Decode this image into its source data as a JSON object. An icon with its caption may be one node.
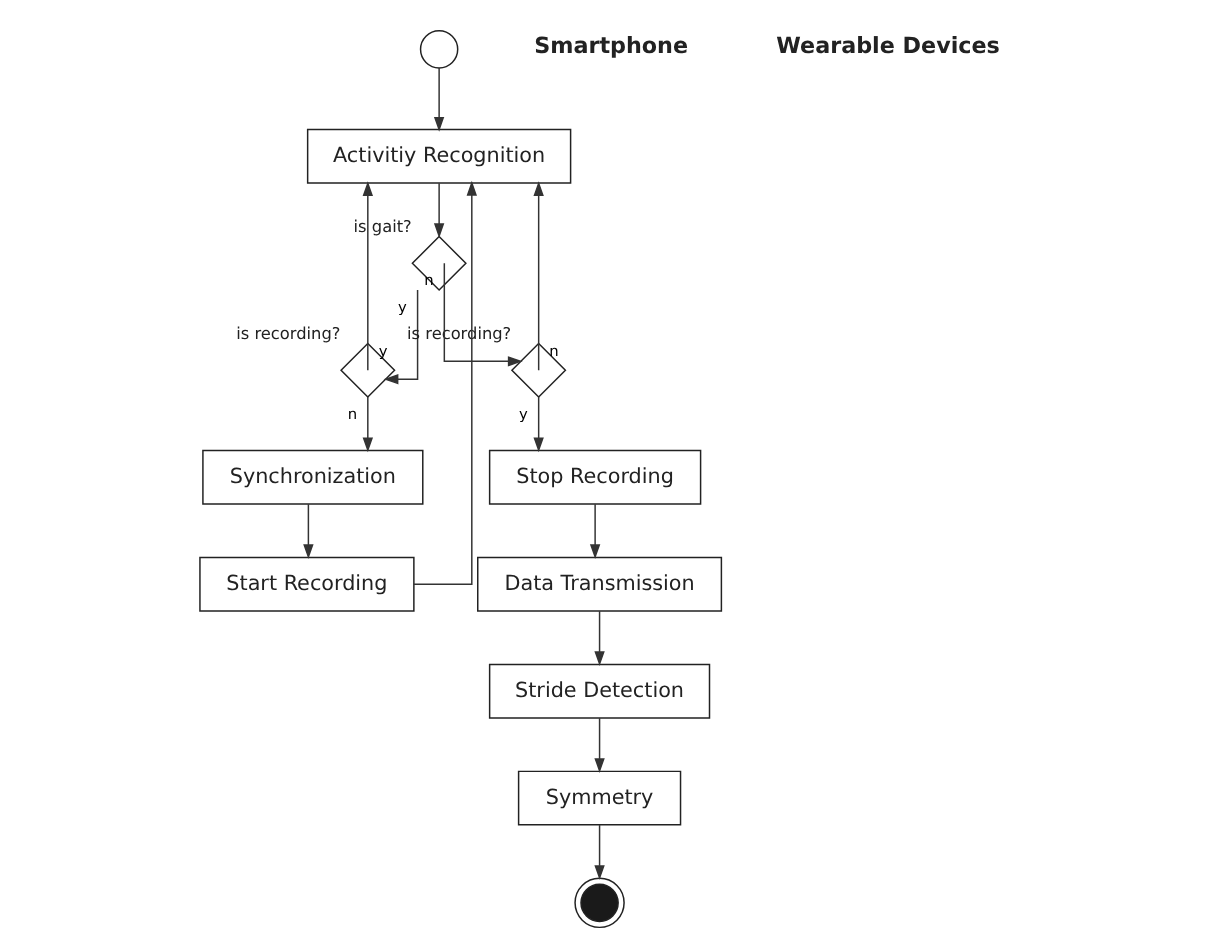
{
  "diagram": {
    "nodes": [
      {
        "text": [],
        "shape": "circle"
      },
      {
        "text": [
          "Activitiy Recognition"
        ]
      },
      {
        "text": [],
        "shape": "diamond",
        "beside": [
          "is gait?"
        ]
      },
      {
        "text": [],
        "shape": "diamond",
        "beside": [
          "is recording?"
        ]
      },
      {
        "text": [],
        "shape": "diamond",
        "beside": [
          "is recording?"
        ]
      },
      {
        "text": [
          "Stop Recording"
        ]
      },
      {
        "text": [
          "Data Transmission"
        ]
      },
      {
        "text": [
          "Stride Detection"
        ]
      },
      {
        "text": [
          "Symmetry"
        ]
      },
      {
        "text": [],
        "shape": "circle"
      },
      {
        "text": [
          "Synchronization"
        ]
      },
      {
        "text": [
          "Start Recording"
        ]
      }
    ],
    "edges": [
      {
        "from": 0,
        "to": 1,
        "arrow": "to"
      },
      {
        "from": 1,
        "to": 2,
        "arrow": "to"
      },
      {
        "from": 2,
        "to": 3,
        "arrow": "to",
        "label": "y"
      },
      {
        "from": 2,
        "to": 4,
        "arrow": "to",
        "label": "n"
      },
      {
        "from": 3,
        "to": 1,
        "arrow": "to",
        "label": "y"
      },
      {
        "from": 3,
        "to": 10,
        "arrow": "to",
        "label": "n"
      },
      {
        "from": 4,
        "to": 1,
        "arrow": "to",
        "label": "n"
      },
      {
        "from": 4,
        "to": 5,
        "arrow": "to",
        "label": "y"
      },
      {
        "from": 5,
        "to": 6,
        "arrow": "to"
      },
      {
        "from": 6,
        "to": 7,
        "arrow": "to"
      },
      {
        "from": 7,
        "to": 8,
        "arrow": "to"
      },
      {
        "from": 8,
        "to": 9,
        "arrow": "to"
      },
      {
        "from": 10,
        "to": 11,
        "arrow": "to"
      },
      {
        "from": 11,
        "to": 1,
        "arrow": "to"
      }
    ],
    "labels": [
      "Smartphone",
      "Wearable Devices"
    ]
  }
}
